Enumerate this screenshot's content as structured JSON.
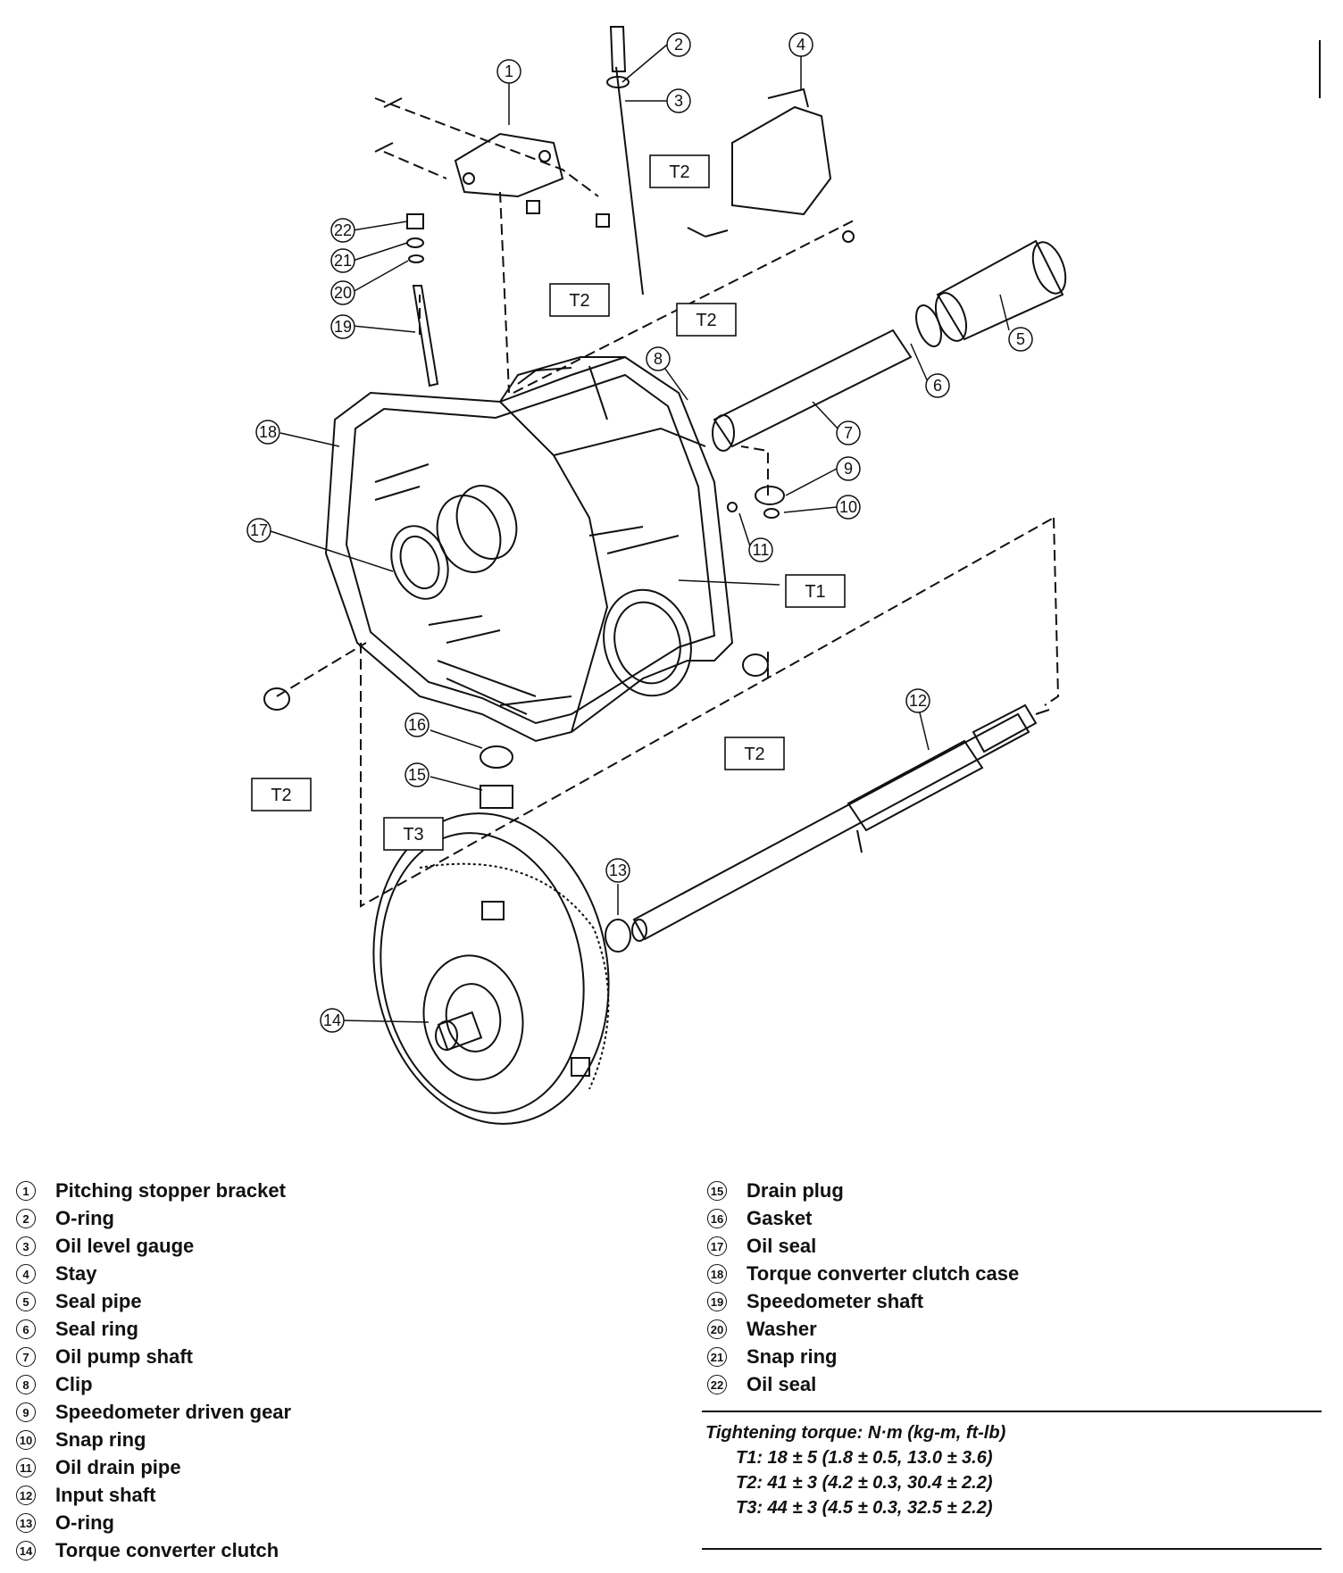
{
  "diagram": {
    "callouts": [
      "1",
      "2",
      "3",
      "4",
      "5",
      "6",
      "7",
      "8",
      "9",
      "10",
      "11",
      "12",
      "13",
      "14",
      "15",
      "16",
      "17",
      "18",
      "19",
      "20",
      "21",
      "22"
    ],
    "torque_tags": [
      "T1",
      "T2",
      "T3"
    ]
  },
  "legend": {
    "left": [
      {
        "num": "1",
        "label": "Pitching stopper bracket"
      },
      {
        "num": "2",
        "label": "O-ring"
      },
      {
        "num": "3",
        "label": "Oil level gauge"
      },
      {
        "num": "4",
        "label": "Stay"
      },
      {
        "num": "5",
        "label": "Seal pipe"
      },
      {
        "num": "6",
        "label": "Seal ring"
      },
      {
        "num": "7",
        "label": "Oil pump shaft"
      },
      {
        "num": "8",
        "label": "Clip"
      },
      {
        "num": "9",
        "label": "Speedometer driven gear"
      },
      {
        "num": "10",
        "label": "Snap ring"
      },
      {
        "num": "11",
        "label": "Oil drain pipe"
      },
      {
        "num": "12",
        "label": "Input shaft"
      },
      {
        "num": "13",
        "label": "O-ring"
      },
      {
        "num": "14",
        "label": "Torque converter clutch"
      }
    ],
    "right": [
      {
        "num": "15",
        "label": "Drain plug"
      },
      {
        "num": "16",
        "label": "Gasket"
      },
      {
        "num": "17",
        "label": "Oil seal"
      },
      {
        "num": "18",
        "label": "Torque converter clutch case"
      },
      {
        "num": "19",
        "label": "Speedometer shaft"
      },
      {
        "num": "20",
        "label": "Washer"
      },
      {
        "num": "21",
        "label": "Snap ring"
      },
      {
        "num": "22",
        "label": "Oil seal"
      }
    ]
  },
  "torque": {
    "title": "Tightening torque: N·m (kg-m, ft-lb)",
    "rows": [
      "T1: 18 ± 5 (1.8 ± 0.5, 13.0 ± 3.6)",
      "T2: 41 ± 3 (4.2 ± 0.3, 30.4 ± 2.2)",
      "T3: 44 ± 3 (4.5 ± 0.3, 32.5 ± 2.2)"
    ]
  }
}
